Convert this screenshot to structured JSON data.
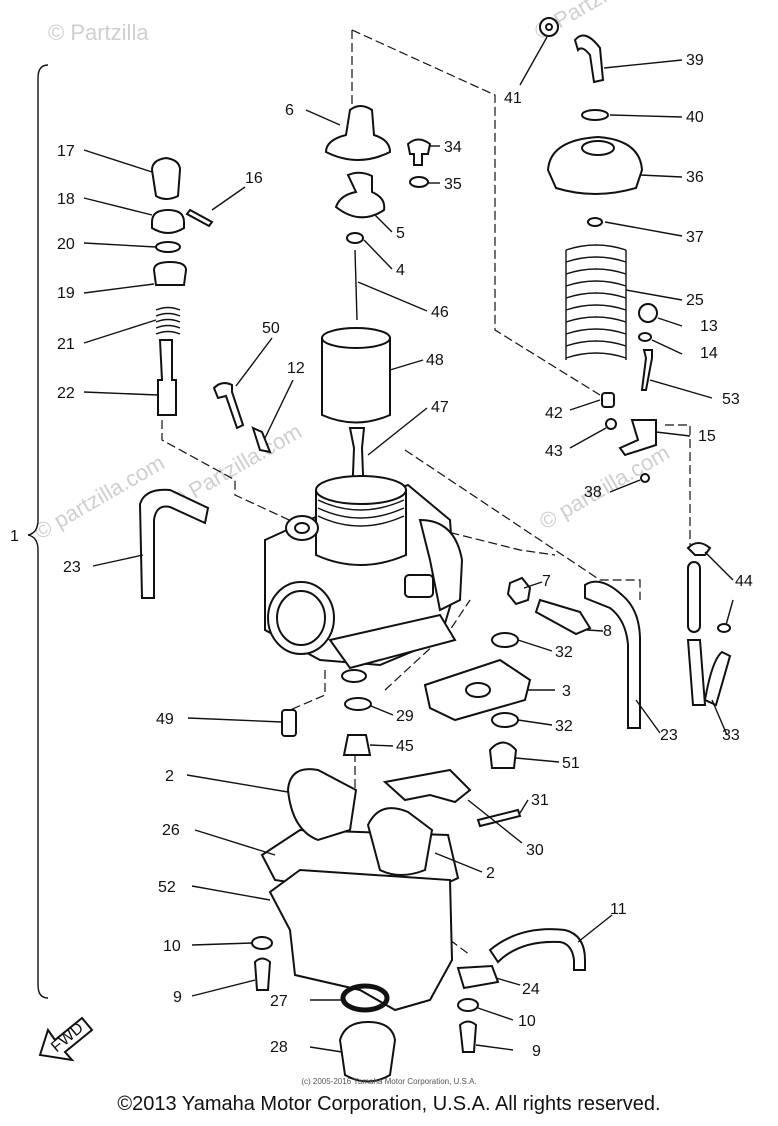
{
  "watermarks": [
    "© Partzilla",
    "© Partzilla.com",
    "© partzilla.com",
    "© Partzilla.com",
    "© partzilla.com"
  ],
  "fwd_arrow_label": "FWD",
  "small_copyright": "(c) 2005-2016 Yamaha Motor Corporation, U.S.A.",
  "footer": "©2013 Yamaha Motor Corporation, U.S.A. All rights reserved.",
  "callouts": [
    "1",
    "2",
    "2",
    "3",
    "4",
    "5",
    "6",
    "7",
    "8",
    "9",
    "9",
    "10",
    "10",
    "11",
    "12",
    "13",
    "14",
    "15",
    "16",
    "17",
    "18",
    "19",
    "20",
    "21",
    "22",
    "23",
    "23",
    "24",
    "25",
    "26",
    "27",
    "28",
    "29",
    "30",
    "31",
    "32",
    "32",
    "33",
    "34",
    "35",
    "36",
    "37",
    "38",
    "39",
    "40",
    "41",
    "42",
    "43",
    "44",
    "45",
    "46",
    "47",
    "48",
    "49",
    "50",
    "51",
    "52",
    "53"
  ]
}
